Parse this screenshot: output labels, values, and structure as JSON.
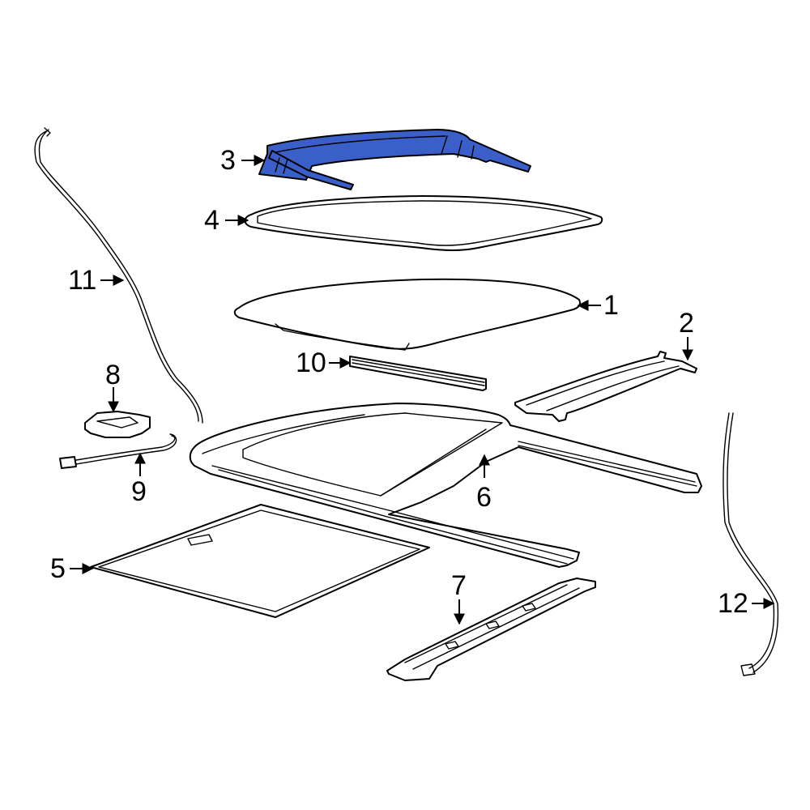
{
  "diagram": {
    "type": "exploded-parts-diagram",
    "subject": "sunroof assembly",
    "highlight_color": "#3b5fc9",
    "line_color": "#000000",
    "background": "#ffffff",
    "highlighted_part": "3",
    "callouts": [
      {
        "id": "1",
        "label": "1",
        "part": "glass-panel"
      },
      {
        "id": "2",
        "label": "2",
        "part": "front-rail"
      },
      {
        "id": "3",
        "label": "3",
        "part": "wind-deflector"
      },
      {
        "id": "4",
        "label": "4",
        "part": "weatherstrip-seal"
      },
      {
        "id": "5",
        "label": "5",
        "part": "sunshade-panel"
      },
      {
        "id": "6",
        "label": "6",
        "part": "sunroof-frame"
      },
      {
        "id": "7",
        "label": "7",
        "part": "rear-rail"
      },
      {
        "id": "8",
        "label": "8",
        "part": "motor"
      },
      {
        "id": "9",
        "label": "9",
        "part": "wiring-harness"
      },
      {
        "id": "10",
        "label": "10",
        "part": "seal-strip"
      },
      {
        "id": "11",
        "label": "11",
        "part": "left-drain-hose"
      },
      {
        "id": "12",
        "label": "12",
        "part": "right-drain-hose"
      }
    ]
  }
}
